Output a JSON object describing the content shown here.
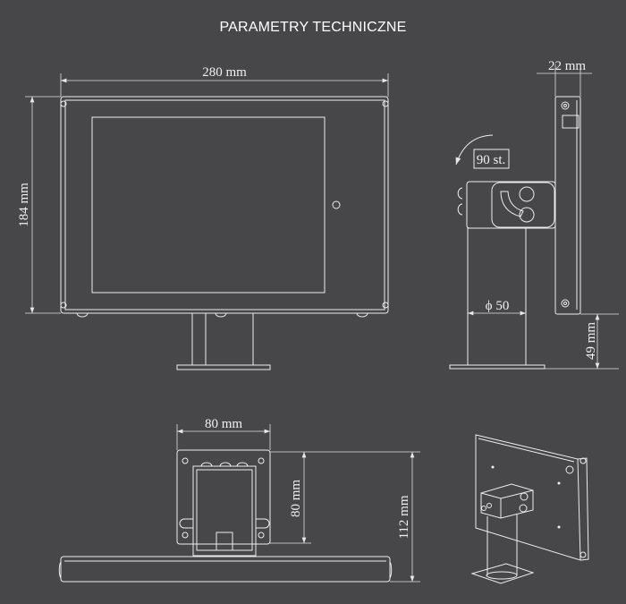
{
  "title": "PARAMETRY TECHNICZNE",
  "front_view": {
    "width_label": "280 mm",
    "height_label": "184 mm"
  },
  "side_view": {
    "depth_label": "22 mm",
    "rotation_label": "90 st.",
    "pole_diameter_label": "ϕ 50",
    "offset_label": "49 mm"
  },
  "bottom_view": {
    "plate_width_label": "80 mm",
    "plate_height_label": "80 mm",
    "total_height_label": "112 mm"
  },
  "colors": {
    "background": "#47474a",
    "lines": "#ececec"
  }
}
